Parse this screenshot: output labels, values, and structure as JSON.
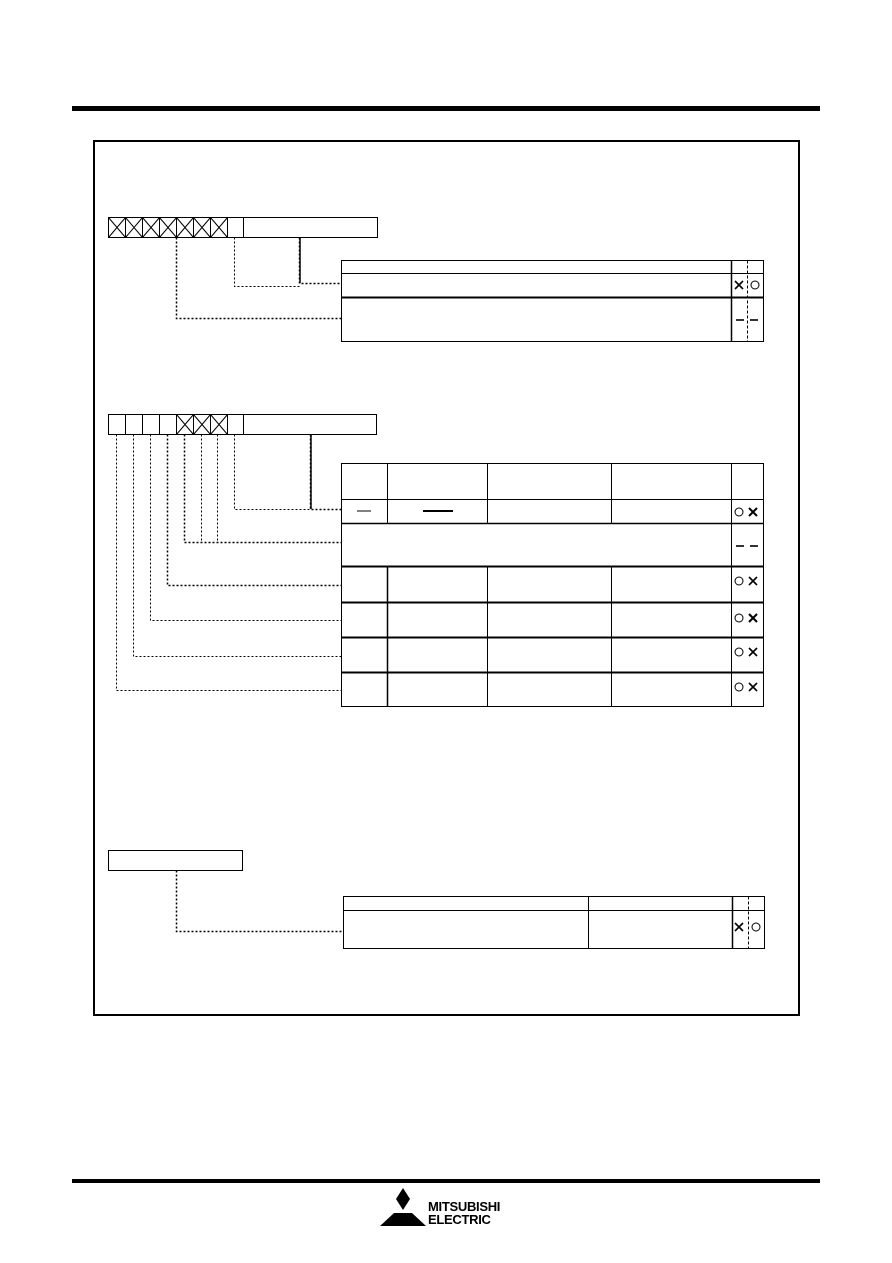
{
  "page": {
    "background": "#ffffff",
    "ink_color": "#000000"
  },
  "registers": [
    {
      "id": "register-1",
      "name": "",
      "bits": [
        "x",
        "x",
        "x",
        "x",
        "x",
        "x",
        "x",
        "",
        ""
      ],
      "table": {
        "header_cells": [
          "",
          ""
        ],
        "rows": [
          {
            "cells": [
              ""
            ],
            "status": [
              "x",
              "o"
            ]
          },
          {
            "cells": [
              ""
            ],
            "status": [
              "-",
              "-"
            ]
          }
        ]
      }
    },
    {
      "id": "register-2",
      "name": "",
      "bits": [
        "",
        "",
        "",
        "",
        "x",
        "x",
        "x",
        "",
        ""
      ],
      "table": {
        "header_cells": [
          "",
          "",
          "",
          "",
          ""
        ],
        "rows": [
          {
            "cells": [
              "-",
              "—",
              "",
              ""
            ],
            "status": [
              "o",
              "x"
            ]
          },
          {
            "cells": [
              ""
            ],
            "status": [
              "-",
              "-"
            ]
          },
          {
            "cells": [
              "",
              "",
              "",
              ""
            ],
            "status": [
              "o",
              "x"
            ]
          },
          {
            "cells": [
              "",
              "",
              "",
              ""
            ],
            "status": [
              "o",
              "x"
            ]
          },
          {
            "cells": [
              "",
              "",
              "",
              ""
            ],
            "status": [
              "o",
              "x"
            ]
          },
          {
            "cells": [
              "",
              "",
              "",
              ""
            ],
            "status": [
              "o",
              "x"
            ]
          }
        ]
      }
    },
    {
      "id": "register-3",
      "name": "",
      "table": {
        "header_cells": [
          "",
          "",
          ""
        ],
        "rows": [
          {
            "cells": [
              "",
              ""
            ],
            "status": [
              "x",
              "o"
            ]
          }
        ]
      }
    }
  ],
  "footer": {
    "brand_line1": "MITSUBISHI",
    "brand_line2": "ELECTRIC",
    "logo_icon": "three-diamond-icon"
  }
}
